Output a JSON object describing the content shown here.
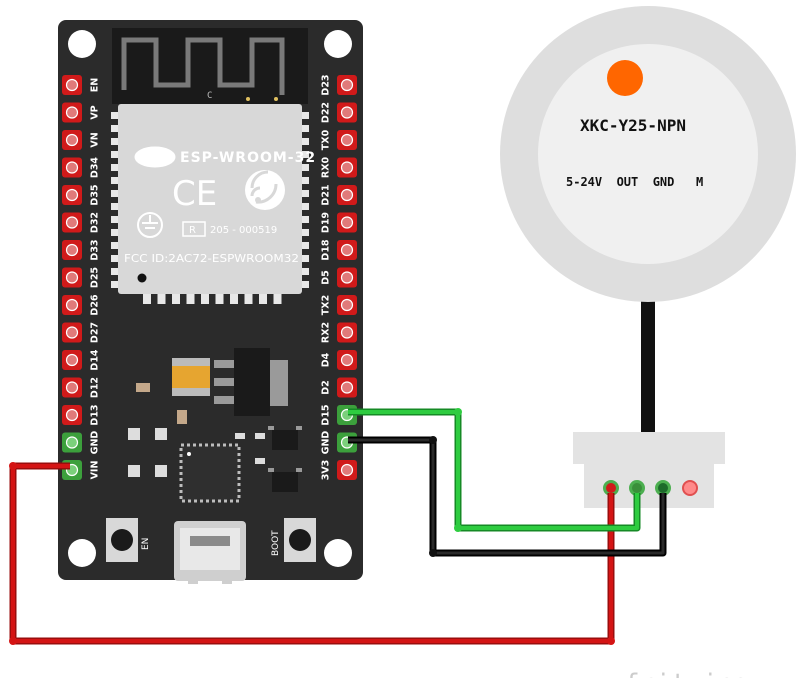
{
  "board": {
    "module_name": "ESP-WROOM-32",
    "module_code_mark": "205 - 000519",
    "module_r_mark": "R",
    "module_fcc": "FCC ID:2AC72-ESPWROOM32",
    "antenna_mark": "C",
    "wifi_badge": "WiFi",
    "ce_mark": "CE",
    "left_pins": [
      "EN",
      "VP",
      "VN",
      "D34",
      "D35",
      "D32",
      "D33",
      "D25",
      "D26",
      "D27",
      "D14",
      "D12",
      "D13",
      "GND",
      "VIN"
    ],
    "right_pins": [
      "D23",
      "D22",
      "TX0",
      "RX0",
      "D21",
      "D19",
      "D18",
      "D5",
      "TX2",
      "RX2",
      "D4",
      "D2",
      "D15",
      "GND",
      "3V3"
    ],
    "button_en_label": "EN",
    "button_boot_label": "BOOT"
  },
  "sensor": {
    "model": "XKC-Y25-NPN",
    "pins_label": "5-24V  OUT  GND   M"
  },
  "wires": [
    {
      "from": "VIN",
      "to": "5-24V",
      "color": "#cc1111"
    },
    {
      "from": "D15",
      "to": "OUT",
      "color": "#22bb33"
    },
    {
      "from": "GND",
      "to": "GND",
      "color": "#111111"
    }
  ],
  "colors": {
    "board": "#2b2b2b",
    "module": "#d8d8d8",
    "pin_pad_red": "#d01a1a",
    "pin_pad_green": "#3ca03c",
    "sensor_outer": "#dedede",
    "sensor_inner": "#f0f0f0",
    "sensor_led": "#ff6600"
  },
  "watermark": "fritzing"
}
